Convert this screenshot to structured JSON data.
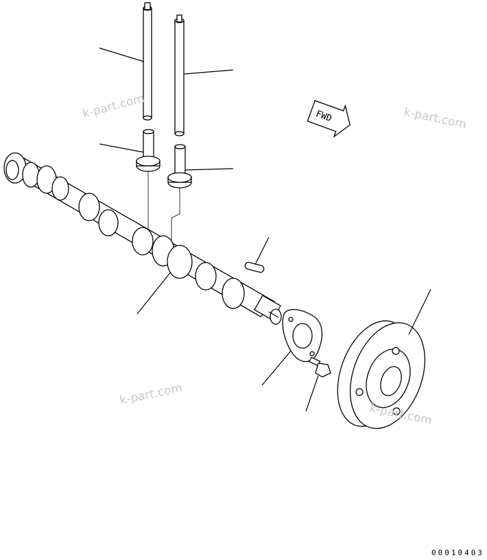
{
  "diagram": {
    "watermark_text": "k-part.com",
    "direction_label": "FWD",
    "drawing_number": "00010403"
  }
}
